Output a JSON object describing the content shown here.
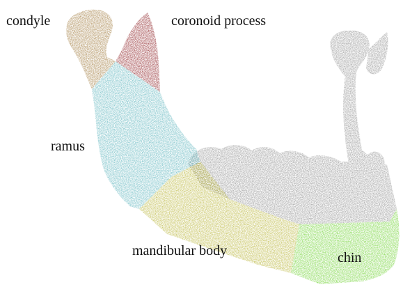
{
  "labels": {
    "condyle": "condyle",
    "coronoid": "coronoid process",
    "ramus": "ramus",
    "body": "mandibular body",
    "chin": "chin"
  },
  "colors": {
    "background": "#ffffff",
    "condyle": "#a07a3c",
    "coronoid": "#8c1f23",
    "ramus": "#5db4bd",
    "mandibular_body": "#b8b436",
    "chin": "#6dd12f",
    "bone": "#8f8f8f",
    "label_text": "#111111"
  }
}
